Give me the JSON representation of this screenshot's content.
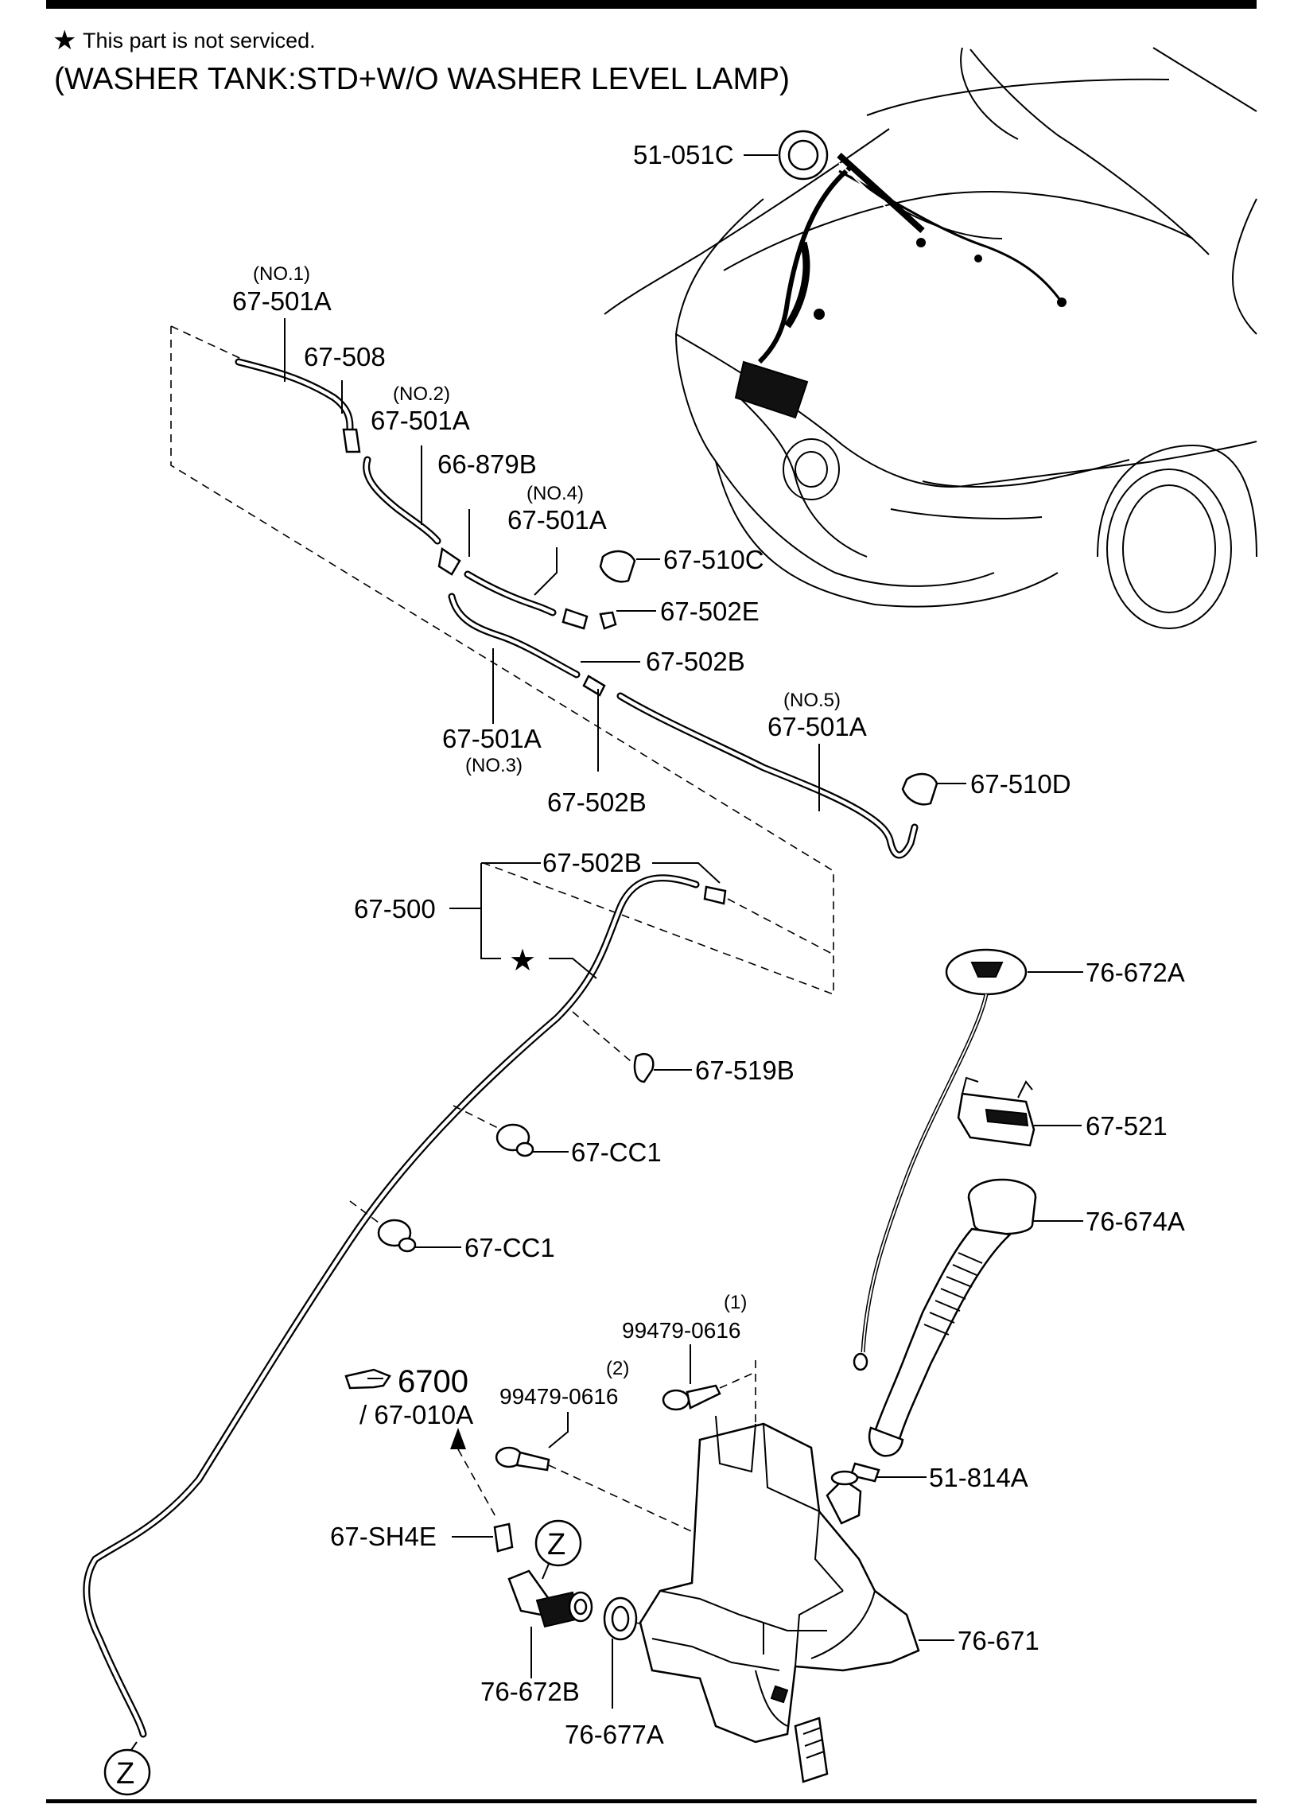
{
  "notice": {
    "star": "★",
    "text": "This part is not serviced."
  },
  "title": "(WASHER TANK:STD+W/O WASHER LEVEL LAMP)",
  "reference": {
    "code": "6700",
    "sub": "/ 67-010A"
  },
  "labels": {
    "p51_051C": "51-051C",
    "p67_501A_1": "67-501A",
    "n1": "(NO.1)",
    "p67_508": "67-508",
    "p67_501A_2": "67-501A",
    "n2": "(NO.2)",
    "p66_879B": "66-879B",
    "p67_501A_4": "67-501A",
    "n4": "(NO.4)",
    "p67_510C": "67-510C",
    "p67_502E": "67-502E",
    "p67_502B_a": "67-502B",
    "p67_501A_3": "67-501A",
    "n3": "(NO.3)",
    "p67_502B_b": "67-502B",
    "p67_501A_5": "67-501A",
    "n5": "(NO.5)",
    "p67_510D": "67-510D",
    "p67_502B_c": "67-502B",
    "p67_500": "67-500",
    "p76_672A": "76-672A",
    "p67_519B": "67-519B",
    "p67_521": "67-521",
    "p67_CC1_a": "67-CC1",
    "p76_674A": "76-674A",
    "p67_CC1_b": "67-CC1",
    "p99479_1": "99479-0616",
    "q1": "(1)",
    "p99479_2": "99479-0616",
    "q2": "(2)",
    "p51_814A": "51-814A",
    "p67_SH4E": "67-SH4E",
    "z1": "Z",
    "z2": "Z",
    "p76_671": "76-671",
    "p76_672B": "76-672B",
    "p76_677A": "76-677A"
  }
}
